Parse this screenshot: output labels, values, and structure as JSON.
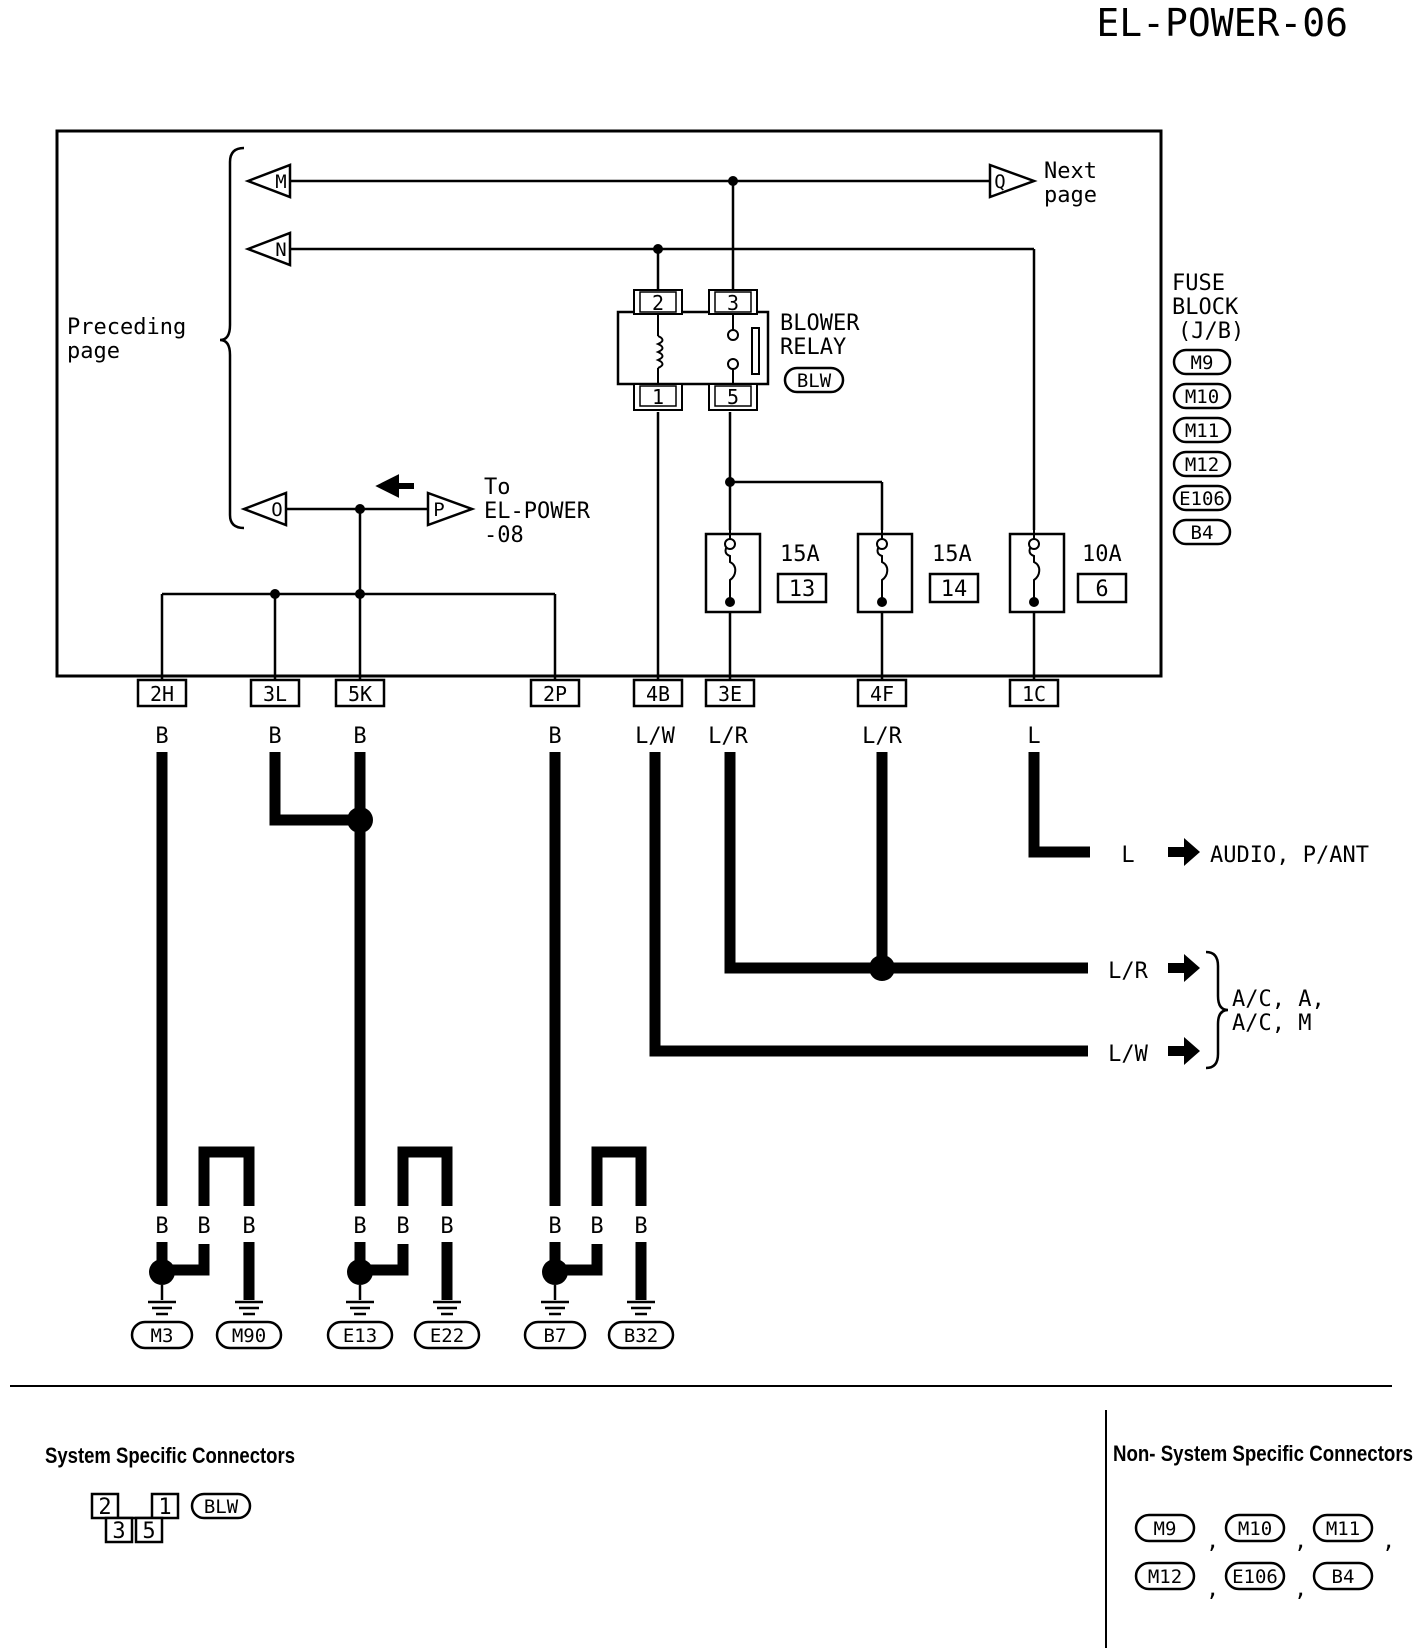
{
  "page_code": "EL-POWER-06",
  "arrows": {
    "M": "M",
    "N": "N",
    "O": "O",
    "P": "P",
    "Q": "Q"
  },
  "labels": {
    "preceding_line1": "Preceding",
    "preceding_line2": "page",
    "next_line1": "Next",
    "next_line2": "page",
    "to_line1": "To",
    "to_line2": "EL-POWER",
    "to_line3": "-08"
  },
  "fuse_block": {
    "line1": "FUSE",
    "line2": "BLOCK",
    "line3": "(J/B)",
    "connectors": [
      "M9",
      "M10",
      "M11",
      "M12",
      "E106",
      "B4"
    ]
  },
  "relay": {
    "line1": "BLOWER",
    "line2": "RELAY",
    "connector": "BLW",
    "pins": {
      "p2": "2",
      "p3": "3",
      "p1": "1",
      "p5": "5"
    }
  },
  "fuses": [
    {
      "rating": "15A",
      "number": "13"
    },
    {
      "rating": "15A",
      "number": "14"
    },
    {
      "rating": "10A",
      "number": "6"
    }
  ],
  "terminals": [
    "2H",
    "3L",
    "5K",
    "2P",
    "4B",
    "3E",
    "4F",
    "1C"
  ],
  "wire_colors": [
    "B",
    "B",
    "B",
    "B",
    "L/W",
    "L/R",
    "L/R",
    "L"
  ],
  "outputs": {
    "audio_wire": "L",
    "audio_dest": "AUDIO, P/ANT",
    "lr_wire": "L/R",
    "lw_wire": "L/W",
    "ac_line1": "A/C, A,",
    "ac_line2": "A/C, M"
  },
  "ground_wire": "B",
  "grounds": [
    "M3",
    "M90",
    "E13",
    "E22",
    "B7",
    "B32"
  ],
  "footer": {
    "system_title": "System Specific Connectors",
    "non_system_title": "Non- System Specific Connectors",
    "system_pins": {
      "p2": "2",
      "p1": "1",
      "p3": "3",
      "p5": "5"
    },
    "system_connector": "BLW",
    "non_system_row1": [
      "M9",
      "M10",
      "M11"
    ],
    "non_system_row2": [
      "M12",
      "E106",
      "B4"
    ],
    "separator": ","
  }
}
